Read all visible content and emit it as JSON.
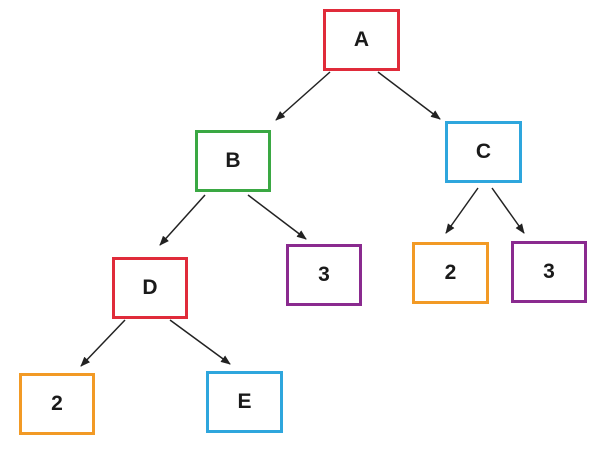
{
  "colors": {
    "red": "#e02b3a",
    "green": "#3aa843",
    "blue": "#2ea6dd",
    "purple": "#8a2a8f",
    "orange": "#f29a25",
    "arrow": "#222222"
  },
  "nodes": {
    "a": {
      "label": "A",
      "color": "red"
    },
    "b": {
      "label": "B",
      "color": "green"
    },
    "c": {
      "label": "C",
      "color": "blue"
    },
    "d": {
      "label": "D",
      "color": "red"
    },
    "b3": {
      "label": "3",
      "color": "purple"
    },
    "c2": {
      "label": "2",
      "color": "orange"
    },
    "c3": {
      "label": "3",
      "color": "purple"
    },
    "d2": {
      "label": "2",
      "color": "orange"
    },
    "e": {
      "label": "E",
      "color": "blue"
    }
  },
  "edges": [
    {
      "from": "a",
      "to": "b"
    },
    {
      "from": "a",
      "to": "c"
    },
    {
      "from": "b",
      "to": "d"
    },
    {
      "from": "b",
      "to": "b3"
    },
    {
      "from": "c",
      "to": "c2"
    },
    {
      "from": "c",
      "to": "c3"
    },
    {
      "from": "d",
      "to": "d2"
    },
    {
      "from": "d",
      "to": "e"
    }
  ]
}
